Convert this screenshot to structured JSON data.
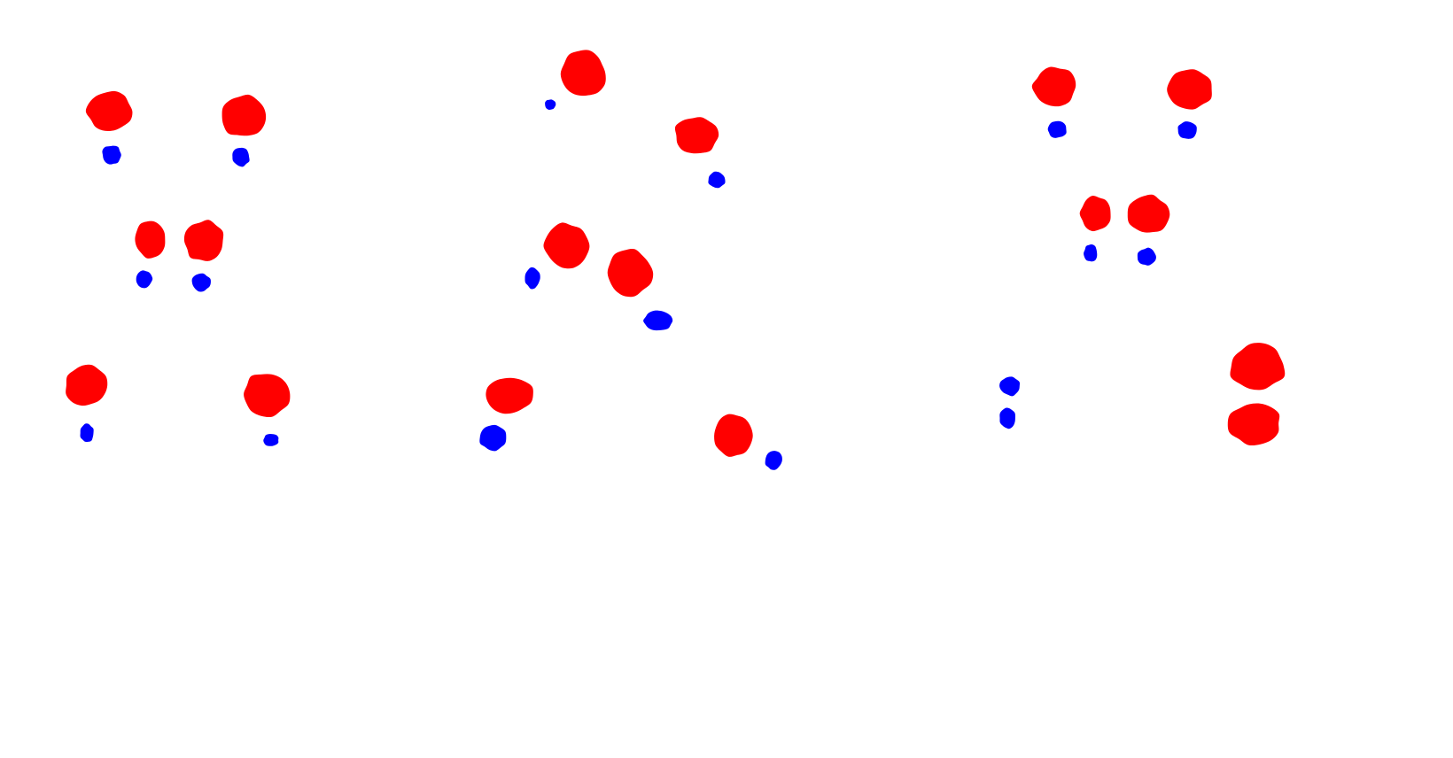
{
  "background_color": "#ffffff",
  "colors": {
    "red_blob": "#ff0000",
    "blue_blob": "#0000ff"
  },
  "panels": [
    {
      "name": "left-panel",
      "blob_pairs": 6
    },
    {
      "name": "middle-panel",
      "blob_pairs": 6
    },
    {
      "name": "right-panel",
      "blob_pairs": 6
    }
  ]
}
